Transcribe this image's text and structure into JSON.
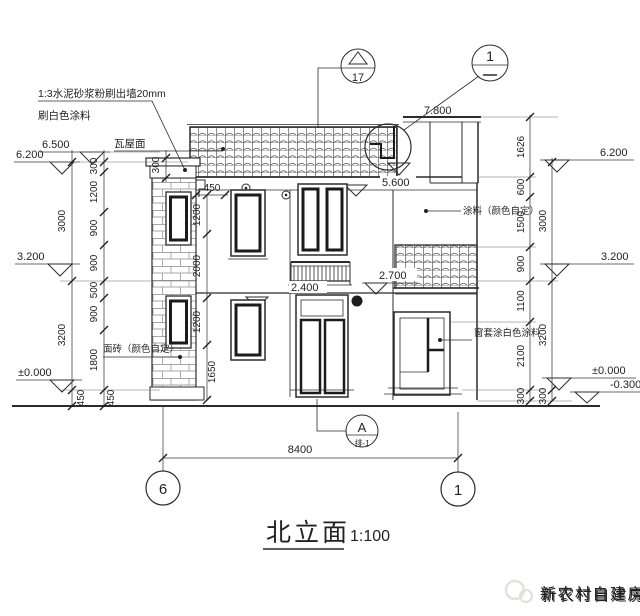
{
  "title": {
    "name": "北立面",
    "scale": "1:100"
  },
  "notes": {
    "plaster_line1": "1:3水泥砂浆粉刷出墙20mm",
    "plaster_line2": "刷白色涂料",
    "tile_roof": "瓦屋面",
    "paint": "涂料（颜色自定）",
    "window_trim": "窗套涂白色涂料",
    "face_brick": "面砖（颜色自定）"
  },
  "elevations": {
    "left": [
      "6.500",
      "6.200",
      "3.200",
      "±0.000"
    ],
    "right": [
      "6.200",
      "3.200",
      "±0.000",
      "-0.300"
    ],
    "inner": [
      "7.800",
      "5.600",
      "2.700",
      "2.400"
    ]
  },
  "dimensions": {
    "left_outer": [
      "3000",
      "3200",
      "450"
    ],
    "left_inner": [
      "300",
      "1200",
      "900",
      "900",
      "500",
      "900",
      "1800",
      "450"
    ],
    "eave": "300",
    "mid_horizontal": "450",
    "mid_vertical": [
      "1200",
      "2000",
      "1200",
      "1650"
    ],
    "right_inner": [
      "1626",
      "600",
      "1500",
      "900",
      "1100",
      "2100",
      "300"
    ],
    "right_outer": [
      "3000",
      "3200",
      "300"
    ],
    "total_width": "8400"
  },
  "grid_bubbles": [
    "6",
    "1"
  ],
  "callouts": {
    "detail_sheet": "17",
    "detail_ref_top": "1",
    "section_letter": "A",
    "section_sub": "排-1"
  },
  "watermark": {
    "brand": "新农村自建房"
  },
  "colors": {
    "line": "#2b2b2b",
    "dim": "#3a3a3a",
    "watermark": "#dedad4"
  }
}
